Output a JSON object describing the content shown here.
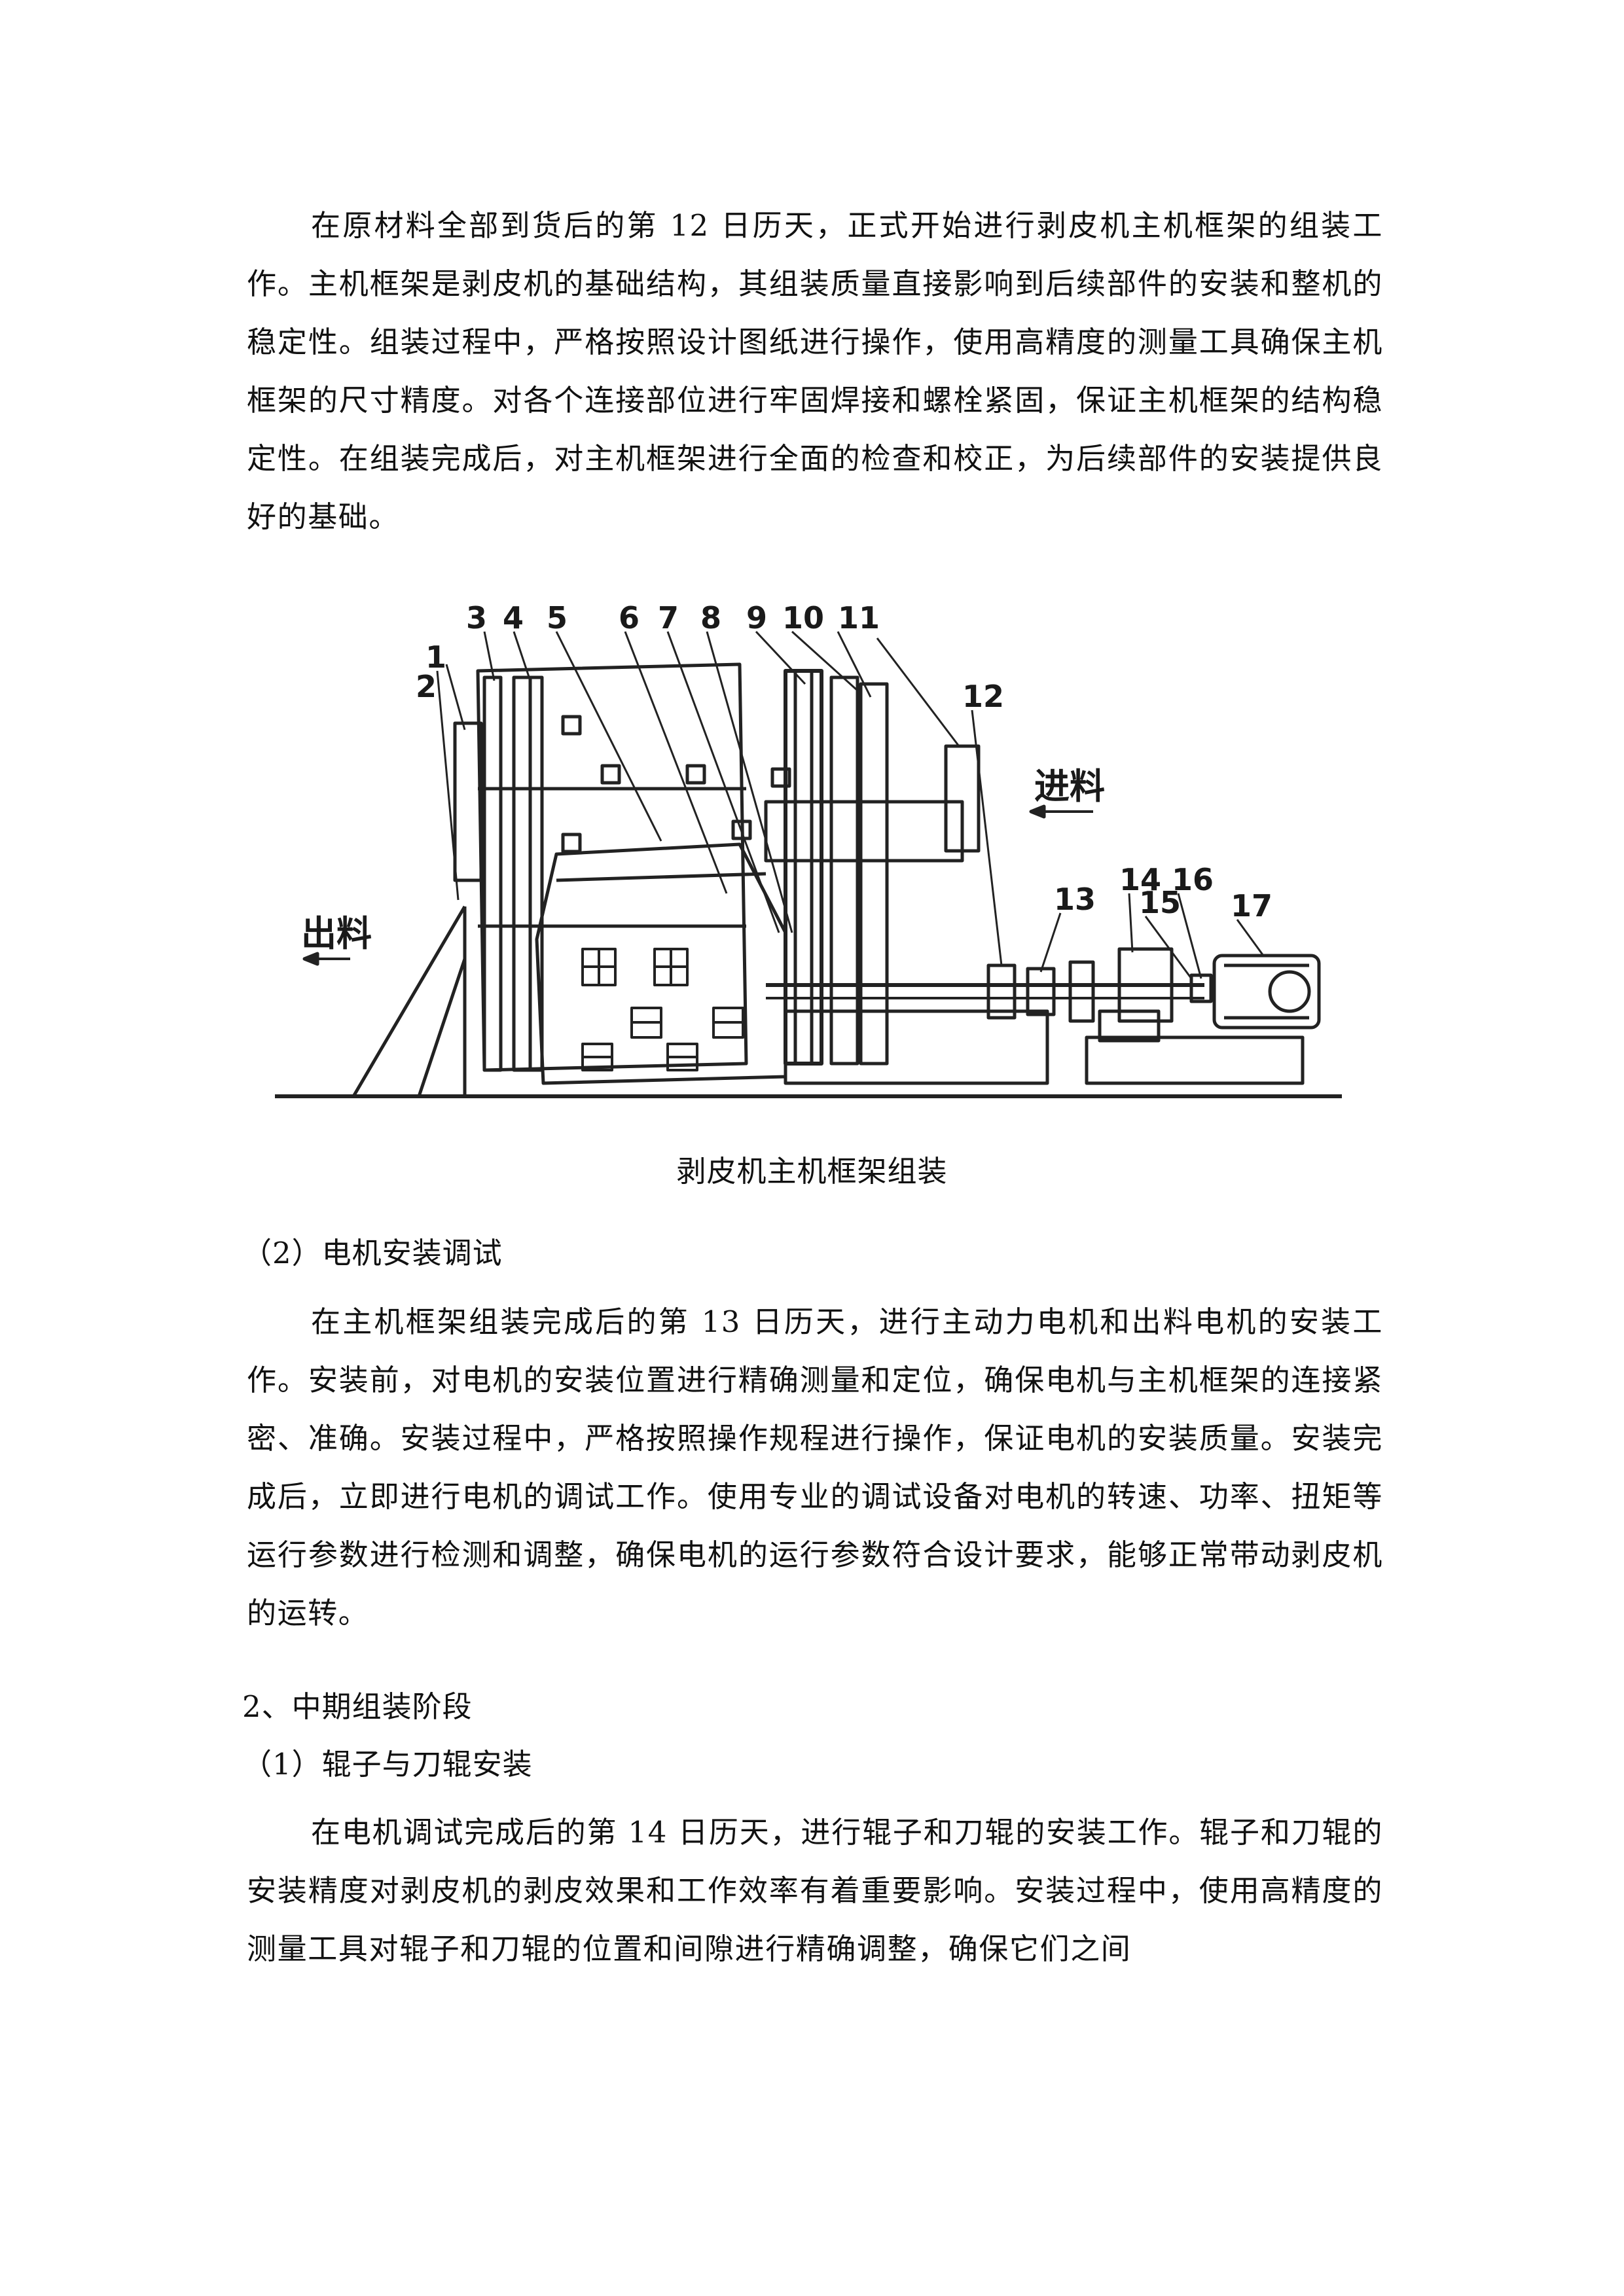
{
  "paragraphs": {
    "p1": "在原材料全部到货后的第 12 日历天，正式开始进行剥皮机主机框架的组装工作。主机框架是剥皮机的基础结构，其组装质量直接影响到后续部件的安装和整机的稳定性。组装过程中，严格按照设计图纸进行操作，使用高精度的测量工具确保主机框架的尺寸精度。对各个连接部位进行牢固焊接和螺栓紧固，保证主机框架的结构稳定性。在组装完成后，对主机框架进行全面的检查和校正，为后续部件的安装提供良好的基础。",
    "p2": "在主机框架组装完成后的第 13 日历天，进行主动力电机和出料电机的安装工作。安装前，对电机的安装位置进行精确测量和定位，确保电机与主机框架的连接紧密、准确。安装过程中，严格按照操作规程进行操作，保证电机的安装质量。安装完成后，立即进行电机的调试工作。使用专业的调试设备对电机的转速、功率、扭矩等运行参数进行检测和调整，确保电机的运行参数符合设计要求，能够正常带动剥皮机的运转。",
    "p3": "在电机调试完成后的第 14 日历天，进行辊子和刀辊的安装工作。辊子和刀辊的安装精度对剥皮机的剥皮效果和工作效率有着重要影响。安装过程中，使用高精度的测量工具对辊子和刀辊的位置和间隙进行精确调整，确保它们之间"
  },
  "headings": {
    "motor": "（2）电机安装调试",
    "mid_stage": "2、中期组装阶段",
    "roller": "（1）辊子与刀辊安装"
  },
  "figure": {
    "caption": "剥皮机主机框架组装",
    "numbers": [
      "1",
      "2",
      "3",
      "4",
      "5",
      "6",
      "7",
      "8",
      "9",
      "10",
      "11",
      "12",
      "13",
      "14",
      "15",
      "16",
      "17"
    ],
    "label_out": "出料",
    "label_in": "进料"
  }
}
